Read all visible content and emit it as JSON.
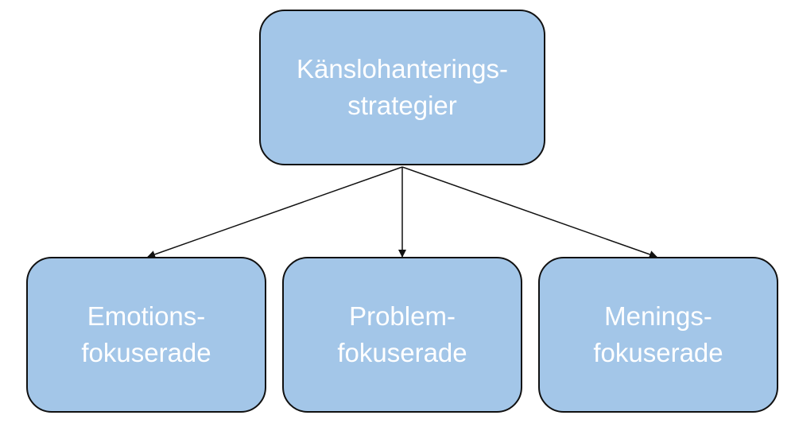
{
  "diagram": {
    "root": {
      "line1": "Känslohanterings-",
      "line2": "strategier"
    },
    "children": [
      {
        "line1": "Emotions-",
        "line2": "fokuserade"
      },
      {
        "line1": "Problem-",
        "line2": "fokuserade"
      },
      {
        "line1": "Menings-",
        "line2": "fokuserade"
      }
    ]
  },
  "colors": {
    "node_fill": "#a3c6e8",
    "node_border": "#111111",
    "node_text": "#ffffff",
    "arrow": "#111111"
  }
}
